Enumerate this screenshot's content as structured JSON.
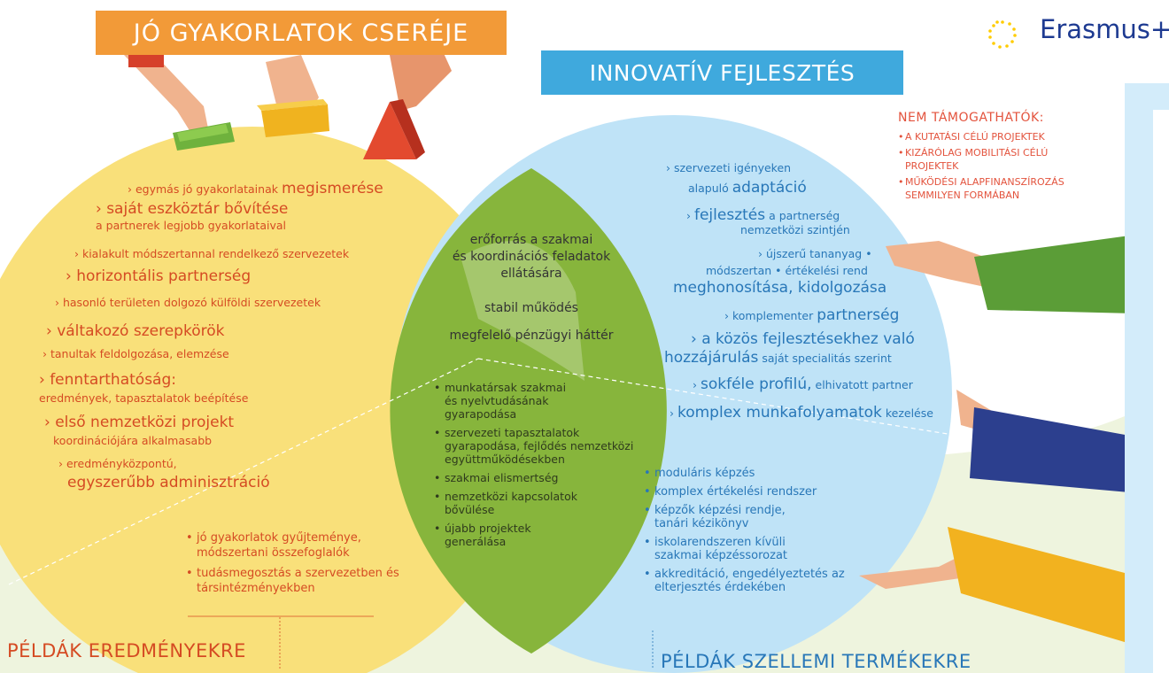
{
  "header": {
    "left_tag": "JÓ GYAKORLATOK CSERÉJE",
    "center_tag": "INNOVATÍV FEJLESZTÉS",
    "logo_text": "Erasmus+"
  },
  "not_supported": {
    "heading": "NEM TÁMOGATHATÓK:",
    "items": [
      "A KUTATÁSI CÉLÚ PROJEKTEK",
      "KIZÁRÓLAG MOBILITÁSI CÉLÚ PROJEKTEK",
      "MŰKÖDÉSI ALAPFINANSZÍROZÁS SEMMILYEN FORMÁBAN"
    ]
  },
  "left_items": {
    "l1a": "› egymás jó gyakorlatainak ",
    "l1b": "megismerése",
    "l2a": "› saját eszköztár bővítése",
    "l2b": "a partnerek legjobb gyakorlataival",
    "l3": "› kialakult módszertannal rendelkező szervezetek",
    "l4": "› horizontális partnerség",
    "l5": "› hasonló területen dolgozó külföldi szervezetek",
    "l6": "› váltakozó szerepkörök",
    "l7": "› tanultak feldolgozása, elemzése",
    "l8a": "› fenntarthatóság:",
    "l8b": "eredmények, tapasztalatok beépítése",
    "l9a": "› első nemzetközi projekt",
    "l9b": "koordinációjára alkalmasabb",
    "l10a": "› eredményközpontú,",
    "l10b": "egyszerűbb adminisztráció"
  },
  "center_items": {
    "c1a": "erőforrás a szakmai",
    "c1b": "és koordinációs feladatok",
    "c1c": "ellátására",
    "c2": "stabil működés",
    "c3": "megfelelő pénzügyi háttér"
  },
  "green_list": [
    "munkatársak szakmai és nyelvtudásának gyarapodása",
    "szervezeti tapasztalatok gyarapodása, fejlődés nemzetközi együttműködésekben",
    "szakmai elismertség",
    "nemzetközi kapcsolatok bővülése",
    "újabb projektek generálása"
  ],
  "right_items": {
    "r1a": "› szervezeti igényeken",
    "r1b": "alapuló ",
    "r1c": "adaptáció",
    "r2a": "› ",
    "r2b": "fejlesztés",
    "r2c": " a partnerség",
    "r2d": "nemzetközi szintjén",
    "r3a": "› újszerű tananyag •",
    "r3b": "módszertan • értékelési rend",
    "r3c": "meghonosítása, kidolgozása",
    "r4a": "› komplementer ",
    "r4b": "partnerség",
    "r5a": "› a közös fejlesztésekhez való",
    "r5b": "hozzájárulás",
    "r5c": " saját specialitás szerint",
    "r6a": "› ",
    "r6b": "sokféle profilú,",
    "r6c": " elhivatott partner",
    "r7a": "› ",
    "r7b": "komplex munkafolyamatok",
    "r7c": " kezelése"
  },
  "blue_list": [
    "moduláris képzés",
    "komplex értékelési rendszer",
    "képzők képzési rendje, tanári kézikönyv",
    "iskolarendszeren kívüli szakmai képzéssorozat",
    "akkreditáció, engedélyeztetés az elterjesztés érdekében"
  ],
  "orange_list": [
    "jó gyakorlatok gyűjteménye, módszertani összefoglalók",
    "tudásmegosztás a szervezetben és társintézményekben"
  ],
  "footer": {
    "left": "PÉLDÁK EREDMÉNYEKRE",
    "right": "PÉLDÁK SZELLEMI TERMÉKEKRE"
  },
  "colors": {
    "yellow_circle": "#f8db6a",
    "blue_circle": "#b7e0f7",
    "green_overlap": "#86b43c",
    "orange_tag": "#f29a38",
    "blue_tag": "#3fa9dd",
    "eu_blue": "#1d3a91"
  }
}
